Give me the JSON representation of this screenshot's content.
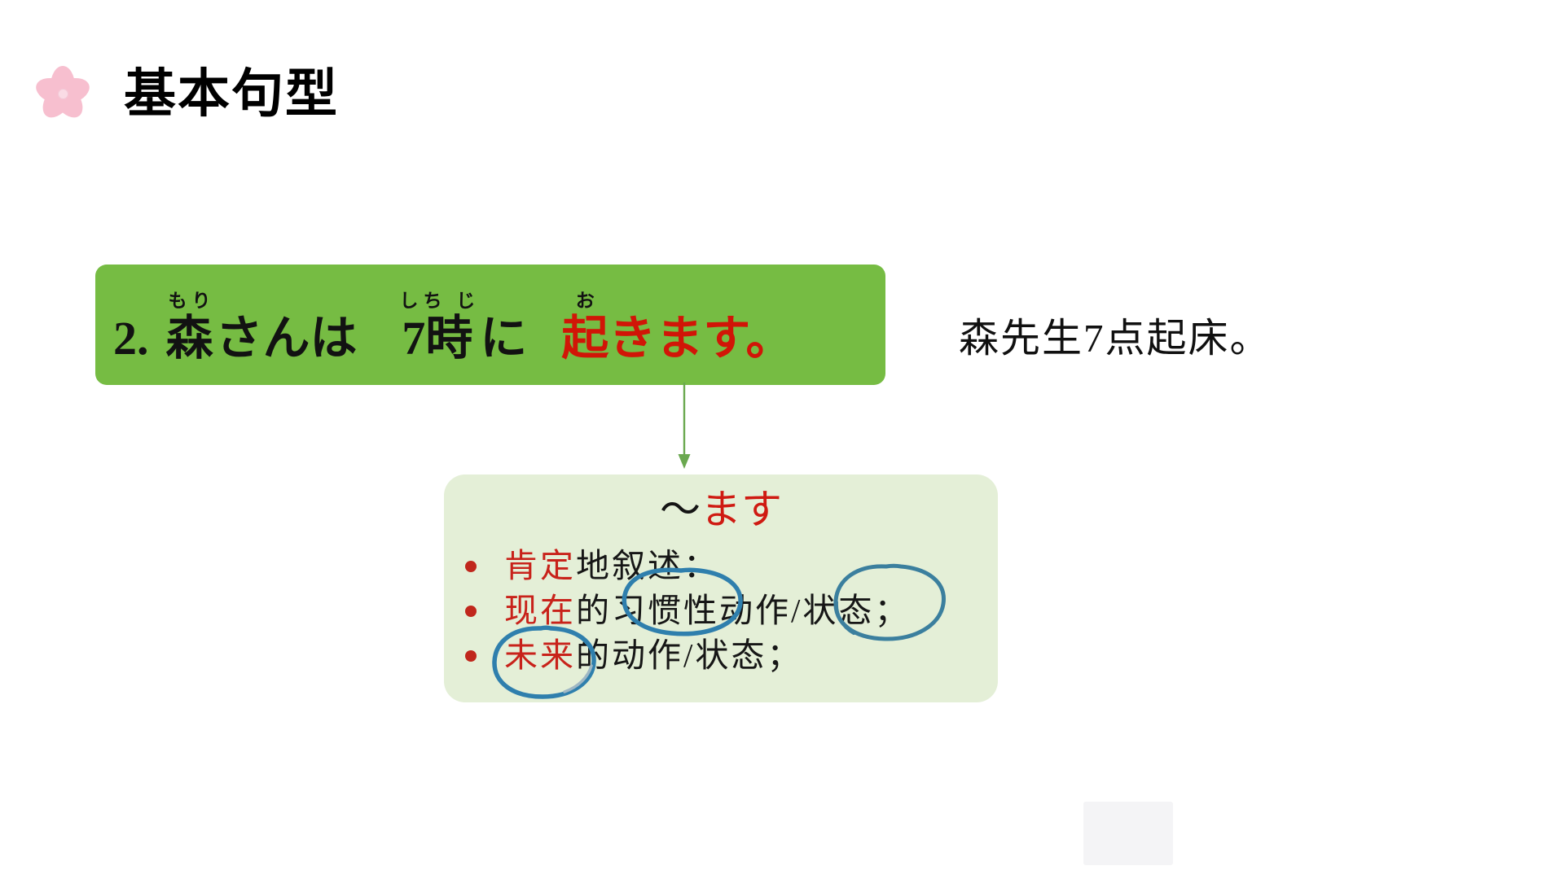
{
  "slide": {
    "title": "基本句型",
    "icon": "sakura-flower-icon"
  },
  "sentence": {
    "number": "2.",
    "segments": [
      {
        "ruby": "もり",
        "base": "森",
        "color": "#121212"
      },
      {
        "ruby": "",
        "base": "さんは",
        "color": "#121212"
      },
      {
        "ruby": "しち じ",
        "base": "7時",
        "color": "#121212"
      },
      {
        "ruby": "",
        "base": "に",
        "color": "#121212"
      },
      {
        "ruby": "お",
        "base": "起",
        "color": "#d11507"
      },
      {
        "ruby": "",
        "base": "きます。",
        "color": "#d11507"
      }
    ],
    "full_text": "2. 森さんは 7時に 起きます。",
    "banner_color": "#76bc43",
    "highlight_color": "#d11507"
  },
  "gloss": {
    "chinese": "森先生7点起床。"
  },
  "arrow": {
    "name": "down-arrow-icon",
    "color": "#6aa84f"
  },
  "explanation": {
    "heading_tilde": "〜",
    "heading_masu": "ます",
    "heading_full": "〜ます",
    "card_color": "#e4efd7",
    "bullets": [
      {
        "highlight": "肯定",
        "rest": "地叙述："
      },
      {
        "highlight": "现在",
        "rest": "的习惯性动作/状态；"
      },
      {
        "highlight": "未来",
        "rest": "的动作/状态；"
      }
    ]
  },
  "annotations": {
    "ink_color": "#2f7fad",
    "circles": [
      {
        "target": "习惯性",
        "label": "circle-xiguanxing"
      },
      {
        "target": "状态",
        "label": "circle-zhuangtai"
      },
      {
        "target": "未来",
        "label": "circle-weilai"
      }
    ]
  }
}
